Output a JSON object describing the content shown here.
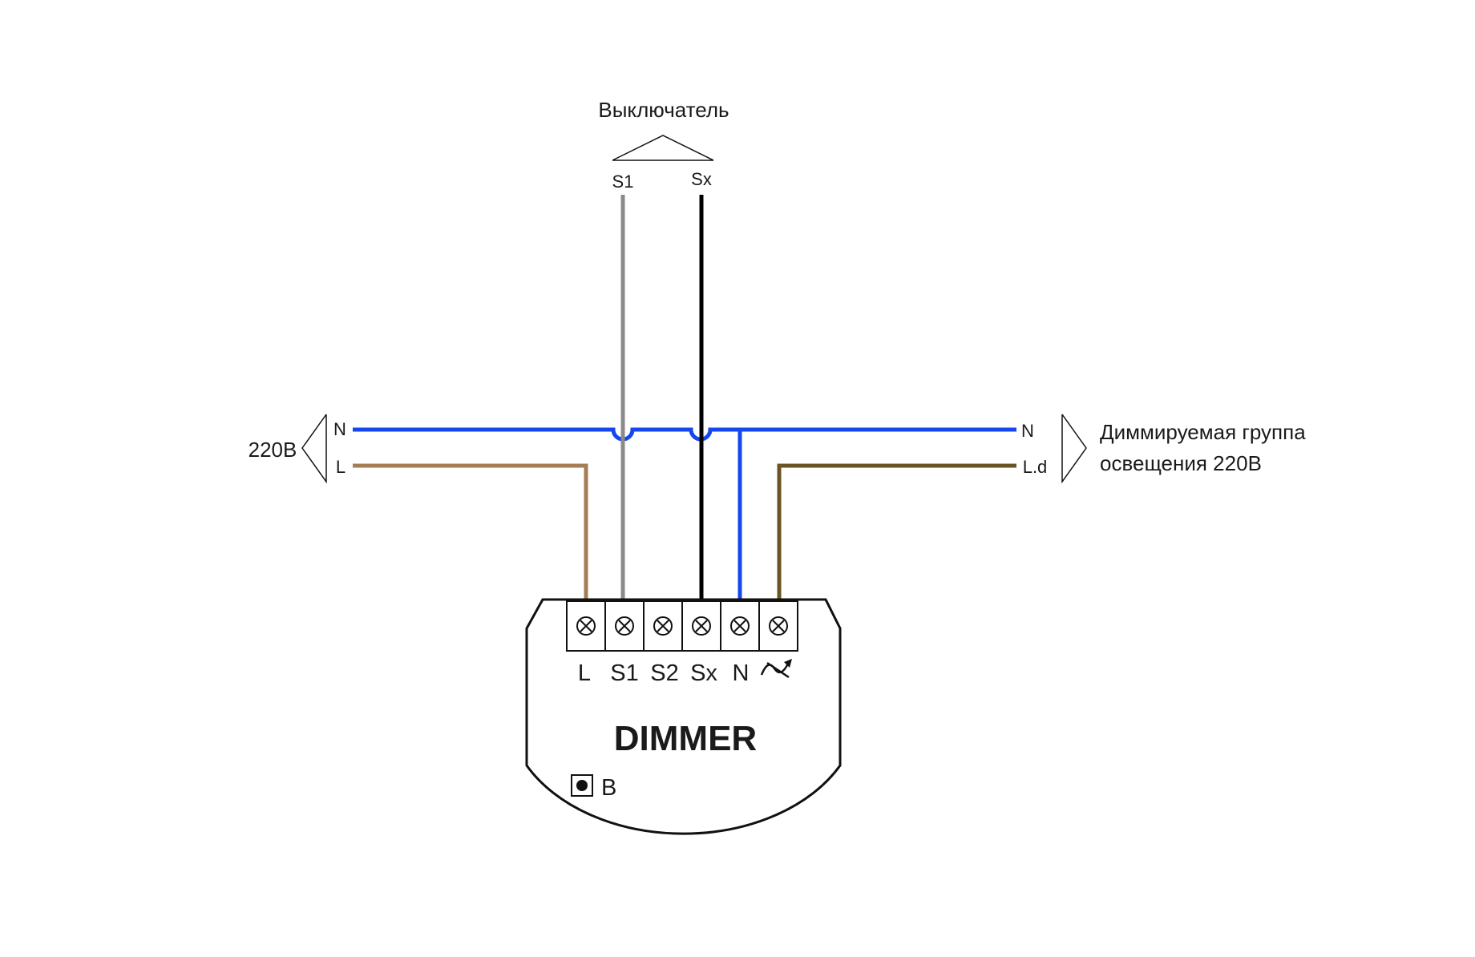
{
  "switch": {
    "label": "Выключатель",
    "s1": "S1",
    "sx": "Sx"
  },
  "source": {
    "label": "220В",
    "n": "N",
    "l": "L"
  },
  "load": {
    "line1": "Диммируемая группа",
    "line2": "освещения 220В",
    "n": "N",
    "ld": "L.d"
  },
  "module": {
    "title": "DIMMER",
    "button": "B",
    "terminals": [
      "L",
      "S1",
      "S2",
      "Sx",
      "N"
    ],
    "output_icon": "dimmer-output-icon"
  },
  "colors": {
    "neutral": "#1646ef",
    "line": "#a57d54",
    "line_dimmed": "#6b5423",
    "s1": "#8a8a8a",
    "sx": "#000000",
    "outline": "#111111"
  }
}
